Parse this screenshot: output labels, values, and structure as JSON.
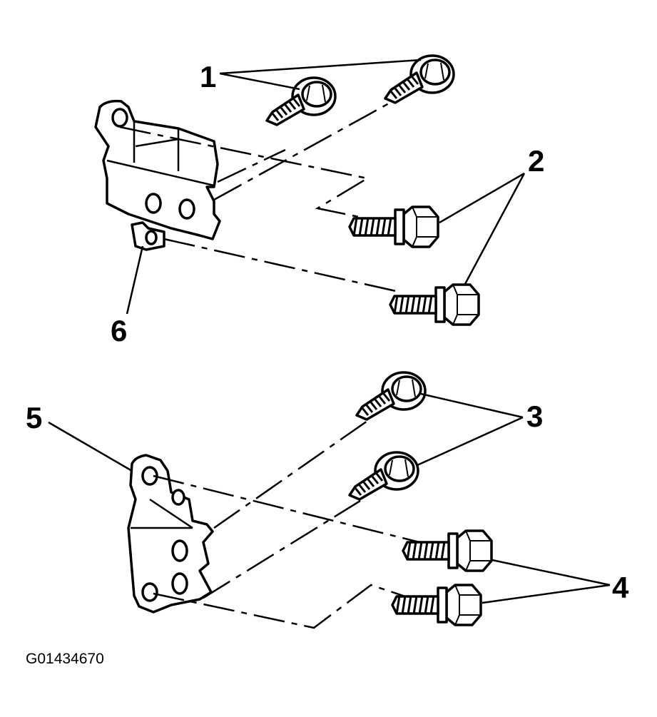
{
  "diagram": {
    "callouts": {
      "c1": "1",
      "c2": "2",
      "c3": "3",
      "c4": "4",
      "c5": "5",
      "c6": "6"
    },
    "figure_id": "G01434670"
  }
}
